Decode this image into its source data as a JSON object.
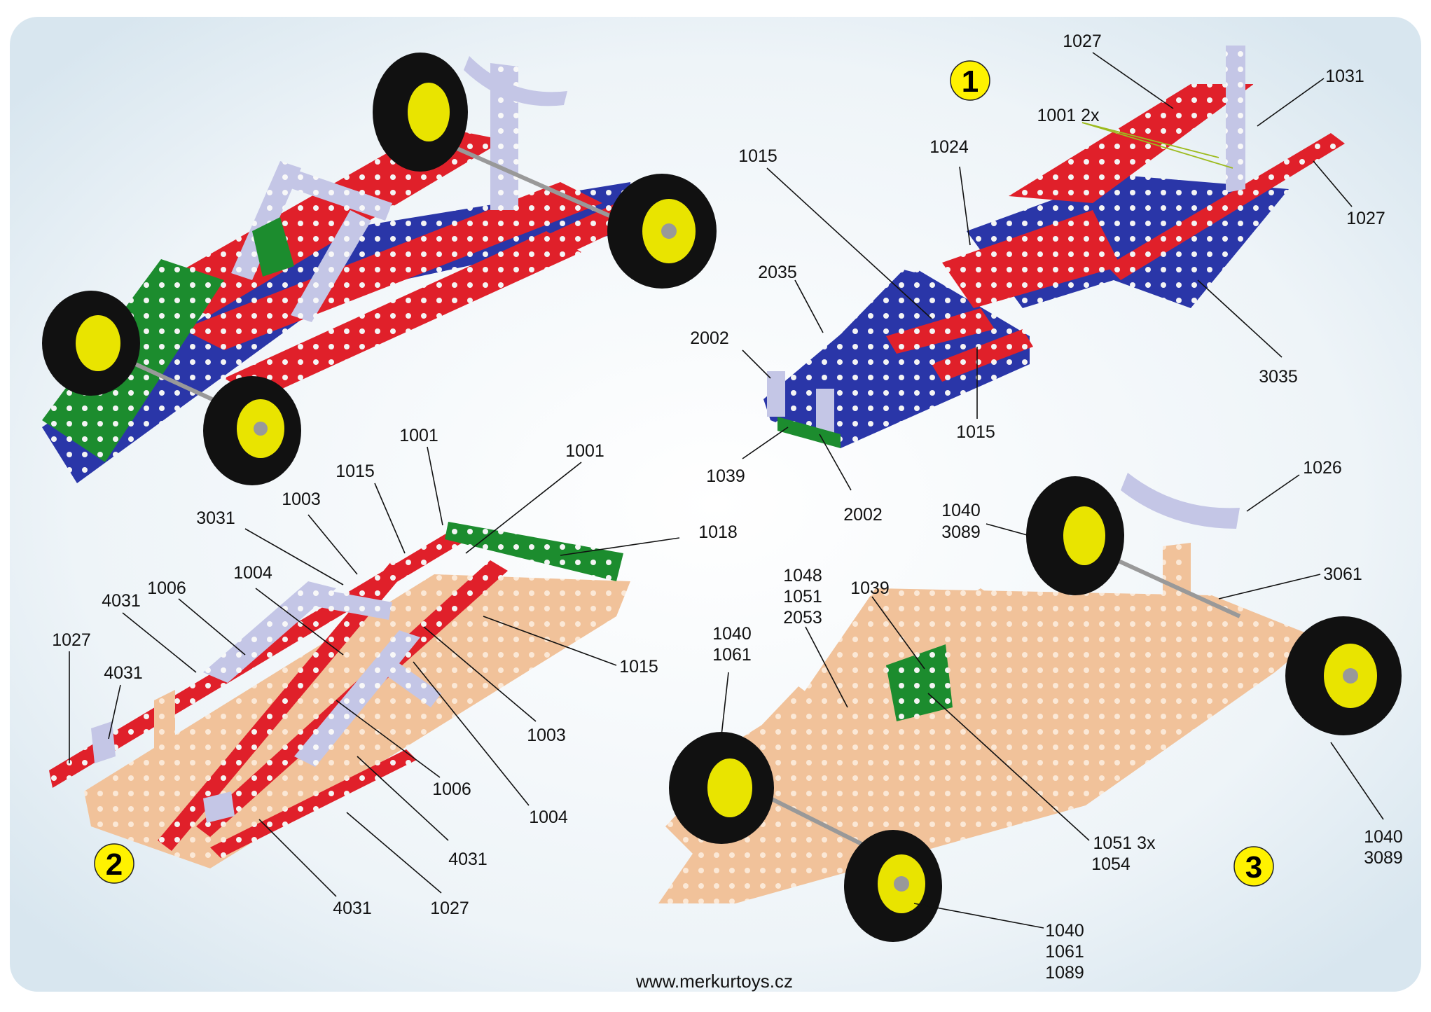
{
  "footer": {
    "url": "www.merkurtoys.cz"
  },
  "steps": [
    {
      "number": "1"
    },
    {
      "number": "2"
    },
    {
      "number": "3"
    }
  ],
  "labels": {
    "s1": [
      "1027",
      "1031",
      "1001 2x",
      "1024",
      "1015",
      "1027",
      "2035",
      "2002",
      "1039",
      "2002",
      "1015",
      "3035"
    ],
    "s2": [
      "1001",
      "1001",
      "1015",
      "1003",
      "3031",
      "1018",
      "1004",
      "1006",
      "4031",
      "1027",
      "4031",
      "1015",
      "1003",
      "1006",
      "1004",
      "4031",
      "4031",
      "1027"
    ],
    "s3": [
      "1026",
      "1040",
      "3089",
      "3061",
      "1048",
      "1051",
      "2053",
      "1039",
      "1040",
      "1061",
      "1051 3x",
      "1054",
      "1040",
      "3089",
      "1040",
      "1061",
      "1089"
    ]
  },
  "colors": {
    "red": "#e0202a",
    "blue": "#2a36a8",
    "green": "#1c8c2e",
    "lilac": "#c4c6e6",
    "beige": "#f1c29a",
    "tire": "#111111",
    "rim": "#e9e400",
    "badge": "#fff200"
  }
}
